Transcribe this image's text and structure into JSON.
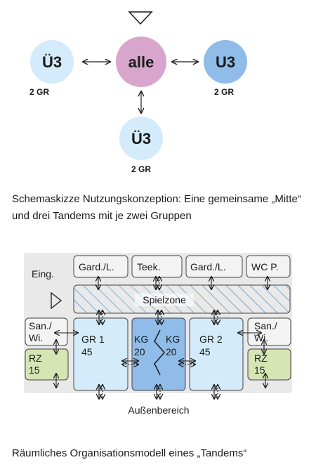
{
  "schema": {
    "center": "alle",
    "left": "Ü3",
    "right": "U3",
    "bottom": "Ü3",
    "left_count": "2 GR",
    "right_count": "2 GR",
    "bottom_count": "2 GR",
    "caption": "Schemaskizze Nutzungskonzeption: Eine gemeinsame „Mitte“ und drei Tandems mit je zwei Gruppen"
  },
  "plan": {
    "entrance": "Eing.",
    "wardrobe_left": "Gard./L.",
    "kitchen": "Teek.",
    "wardrobe_right": "Gard./L.",
    "wc": "WC P.",
    "play_zone": "Spielzone",
    "sanitary_left_1": "San./",
    "sanitary_left_2": "Wi.",
    "sanitary_right_1": "San./",
    "sanitary_right_2": "Wi.",
    "rest_left_1": "RZ",
    "rest_left_2": "15",
    "rest_right_1": "RZ",
    "rest_right_2": "15",
    "group1_name": "GR 1",
    "group1_size": "45",
    "group2_name": "GR 2",
    "group2_size": "45",
    "small_group_left_1": "KG",
    "small_group_left_2": "20",
    "small_group_right_1": "KG",
    "small_group_right_2": "20",
    "outdoor": "Außenbereich",
    "caption": "Räumliches Organisationsmodell eines „Tandems“"
  },
  "colors": {
    "light_blue": "#d3ebfa",
    "mid_blue": "#8fbce8",
    "pink": "#d8a6cc",
    "green": "#d7e5b5",
    "grey_bg": "#e9e9e9",
    "hatch": "#3a86c0"
  }
}
